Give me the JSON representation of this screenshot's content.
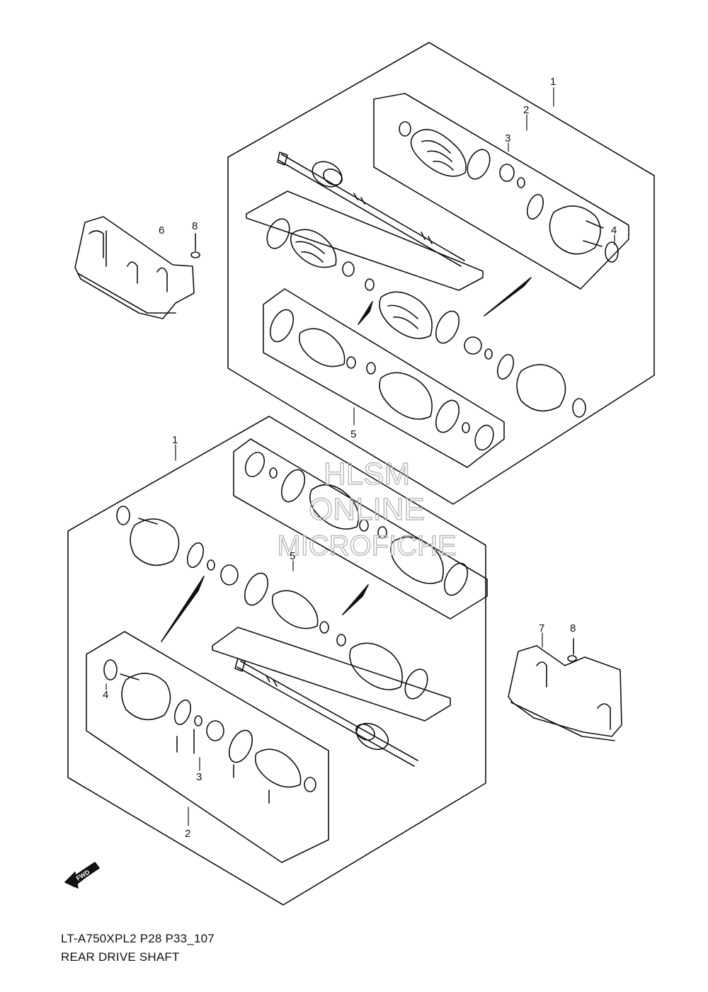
{
  "watermark": {
    "line1": "HLSM",
    "line2": "ONLINE",
    "line3": "MICROFICHE"
  },
  "callouts": {
    "upper_assembly": "1",
    "upper_joint_set": "2",
    "upper_bearing": "3",
    "upper_snap_ring": "4",
    "upper_boot_kit": "5",
    "left_guard": "6",
    "left_bolt": "8",
    "lower_assembly": "1",
    "lower_boot_kit": "5",
    "lower_snap_ring": "4",
    "lower_bearing": "3",
    "lower_joint_set": "2",
    "right_guard": "7",
    "right_bolt": "8"
  },
  "fwd_label": "FWD",
  "footer": {
    "code": "LT-A750XPL2 P28 P33_107",
    "title": "REAR DRIVE SHAFT"
  }
}
